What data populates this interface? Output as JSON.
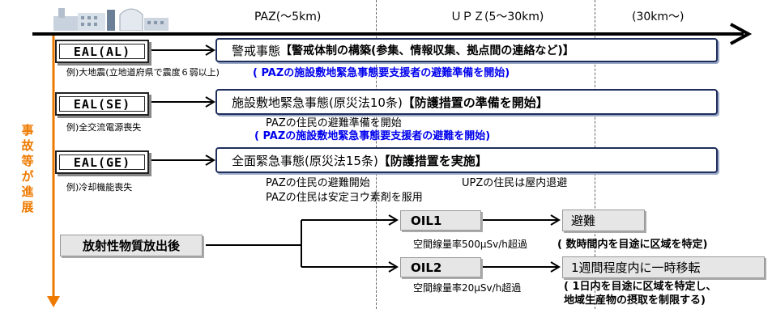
{
  "zones": {
    "paz": "PAZ(～5km)",
    "upz": "ＵＰＺ(5～30km)",
    "outer": "(30km～)"
  },
  "axis_label": [
    "事",
    "故",
    "等",
    "が",
    "進",
    "展"
  ],
  "eal_al": {
    "label": "EAL(AL)",
    "box_prefix": "警戒事態",
    "box_bold": "【警戒体制の構築(参集、情報収集、拠点間の連絡など)】",
    "example": "例)大地震(立地道府県で震度６弱以上)",
    "note": "( PAZの施設敷地緊急事態要支援者の避難準備を開始)"
  },
  "eal_se": {
    "label": "EAL(SE)",
    "box_prefix": "施設敷地緊急事態(原災法10条)",
    "box_bold": "【防護措置の準備を開始】",
    "example": "例)全交流電源喪失",
    "note1": "PAZの住民の避難準備を開始",
    "note2": "( PAZの施設敷地緊急事態要支援者の避難を開始)"
  },
  "eal_ge": {
    "label": "EAL(GE)",
    "box_prefix": "全面緊急事態(原災法15条)",
    "box_bold": "【防護措置を実施】",
    "example": "例)冷却機能喪失",
    "paz_note1": "PAZの住民の避難開始",
    "paz_note2": "PAZの住民は安定ヨウ素剤を服用",
    "upz_note": "UPZの住民は屋内退避"
  },
  "release": {
    "label": "放射性物質放出後",
    "oil1": {
      "label": "OIL1",
      "condition": "空間線量率500μSv/h超過",
      "action": "避難",
      "note": "( 数時間内を目途に区域を特定)"
    },
    "oil2": {
      "label": "OIL2",
      "condition": "空間線量率20μSv/h超過",
      "action": "1週間程度内に一時移転",
      "note_line1": "( 1日内を目途に区域を特定し、",
      "note_line2": "地域生産物の摂取を制限する)"
    }
  },
  "colors": {
    "axis_arrow": "#ee7a00",
    "blue_text": "#0000ee",
    "box_border": "#1f2f5c"
  }
}
